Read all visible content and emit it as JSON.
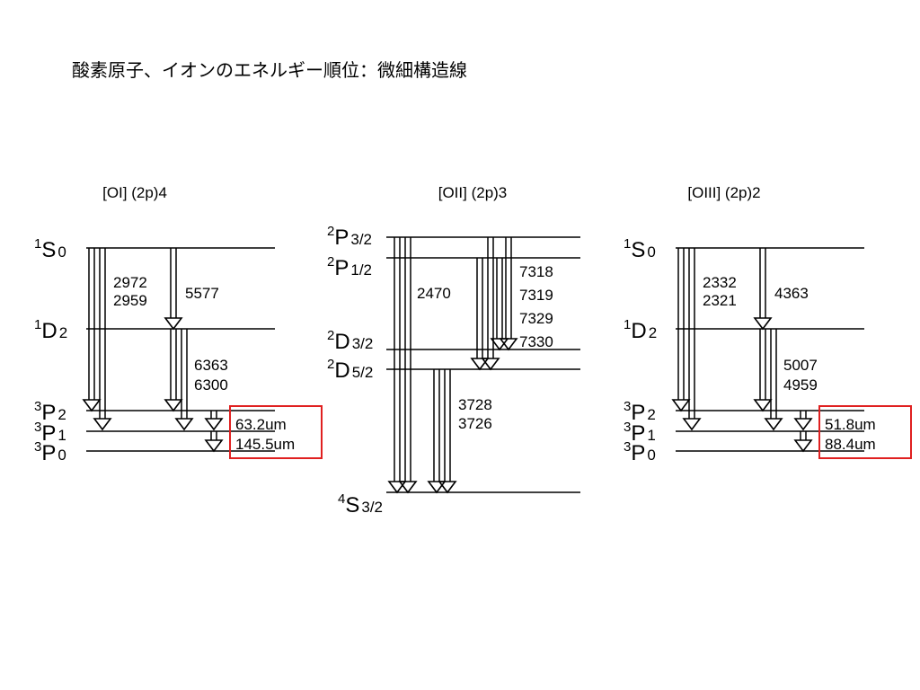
{
  "title": "酸素原子、イオンのエネルギー順位：微細構造線",
  "colors": {
    "line": "#000000",
    "highlight": "#e02020"
  },
  "panels": [
    {
      "id": "oi",
      "label": "[OI] (2p)4",
      "levels": [
        {
          "sup": "1",
          "letter": "S",
          "sub": "0"
        },
        {
          "sup": "1",
          "letter": "D",
          "sub": "2"
        },
        {
          "sup": "3",
          "letter": "P",
          "sub": "2"
        },
        {
          "sup": "3",
          "letter": "P",
          "sub": "1"
        },
        {
          "sup": "3",
          "letter": "P",
          "sub": "0"
        }
      ],
      "transitions": [
        {
          "lines": [
            "2972",
            "2959"
          ]
        },
        {
          "lines": [
            "5577"
          ]
        },
        {
          "lines": [
            "6363",
            "6300"
          ]
        }
      ],
      "fine_structure": [
        "63.2um",
        "145.5um"
      ]
    },
    {
      "id": "oii",
      "label": "[OII] (2p)3",
      "levels": [
        {
          "sup": "2",
          "letter": "P",
          "sub": "3/2"
        },
        {
          "sup": "2",
          "letter": "P",
          "sub": "1/2"
        },
        {
          "sup": "2",
          "letter": "D",
          "sub": "3/2"
        },
        {
          "sup": "2",
          "letter": "D",
          "sub": "5/2"
        },
        {
          "sup": "4",
          "letter": "S",
          "sub": "3/2"
        }
      ],
      "transitions": [
        {
          "lines": [
            "2470"
          ]
        },
        {
          "lines": [
            "7318",
            "7319",
            "7329",
            "7330"
          ]
        },
        {
          "lines": [
            "3728",
            "3726"
          ]
        }
      ]
    },
    {
      "id": "oiii",
      "label": "[OIII] (2p)2",
      "levels": [
        {
          "sup": "1",
          "letter": "S",
          "sub": "0"
        },
        {
          "sup": "1",
          "letter": "D",
          "sub": "2"
        },
        {
          "sup": "3",
          "letter": "P",
          "sub": "2"
        },
        {
          "sup": "3",
          "letter": "P",
          "sub": "1"
        },
        {
          "sup": "3",
          "letter": "P",
          "sub": "0"
        }
      ],
      "transitions": [
        {
          "lines": [
            "2332",
            "2321"
          ]
        },
        {
          "lines": [
            "4363"
          ]
        },
        {
          "lines": [
            "5007",
            "4959"
          ]
        }
      ],
      "fine_structure": [
        "51.8um",
        "88.4um"
      ]
    }
  ]
}
